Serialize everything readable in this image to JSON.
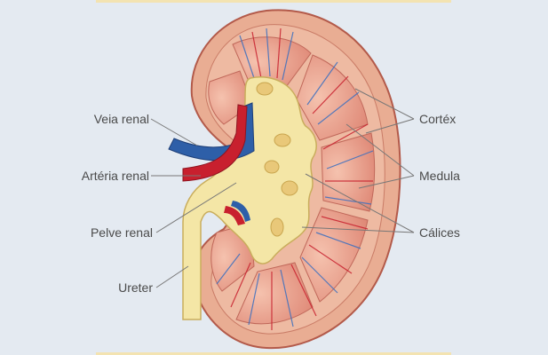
{
  "labels": {
    "left": {
      "veia_renal": "Veia renal",
      "arteria_renal": "Artéria renal",
      "pelve_renal": "Pelve renal",
      "ureter": "Ureter"
    },
    "right": {
      "cortex": "Cortéx",
      "medula": "Medula",
      "calices": "Cálices"
    }
  },
  "colors": {
    "background": "#e4eaf1",
    "cortex": "#e9ad93",
    "medulla": "#e69583",
    "pelvis": "#f4e6a6",
    "artery": "#c8202e",
    "vein": "#2e5fa8",
    "leader_line": "#777777"
  }
}
